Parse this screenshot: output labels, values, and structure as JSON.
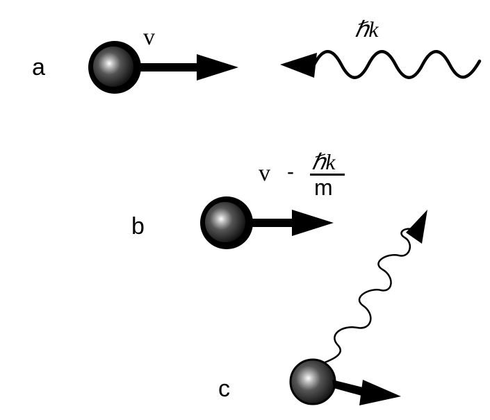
{
  "panels": {
    "a": {
      "label": "a",
      "velocity_label": "v",
      "photon_label": "ℏk"
    },
    "b": {
      "label": "b",
      "velocity_prefix": "v",
      "minus_sign": "-",
      "fraction_numerator": "ℏk",
      "fraction_denominator": "m"
    },
    "c": {
      "label": "c"
    }
  },
  "colors": {
    "ink": "#000000",
    "atom_highlight": "#ffffff",
    "atom_mid": "#6a6a6a",
    "atom_dark": "#1a1a1a",
    "background": "#ffffff"
  }
}
